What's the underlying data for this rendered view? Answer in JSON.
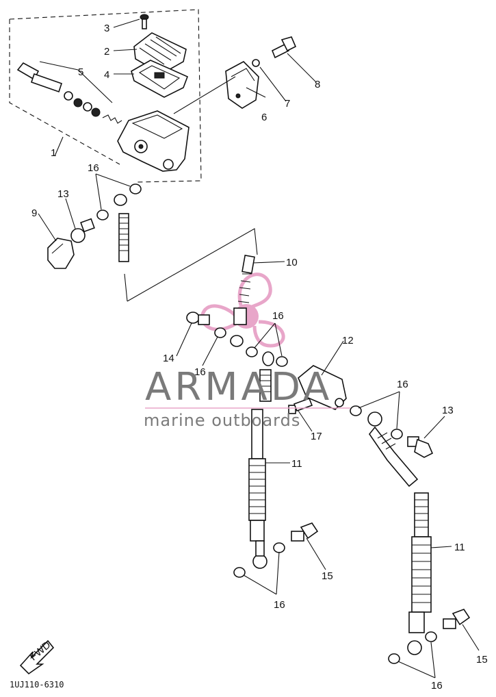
{
  "diagram": {
    "code": "1UJ110-6310",
    "fwd_label": "FWD",
    "watermark": {
      "brand": "ARMADA",
      "tagline": "marine outboards",
      "brand_color": "#7a7a7a",
      "logo_color": "#e8a6c9"
    },
    "callouts": {
      "c1": "1",
      "c2": "2",
      "c3": "3",
      "c4": "4",
      "c5": "5",
      "c6": "6",
      "c7": "7",
      "c8": "8",
      "c9": "9",
      "c10": "10",
      "c11a": "11",
      "c11b": "11",
      "c12": "12",
      "c13a": "13",
      "c13b": "13",
      "c14": "14",
      "c15a": "15",
      "c15b": "15",
      "c16a": "16",
      "c16b": "16",
      "c16c": "16",
      "c16d": "16",
      "c16e": "16",
      "c16f": "16",
      "c17": "17"
    }
  }
}
